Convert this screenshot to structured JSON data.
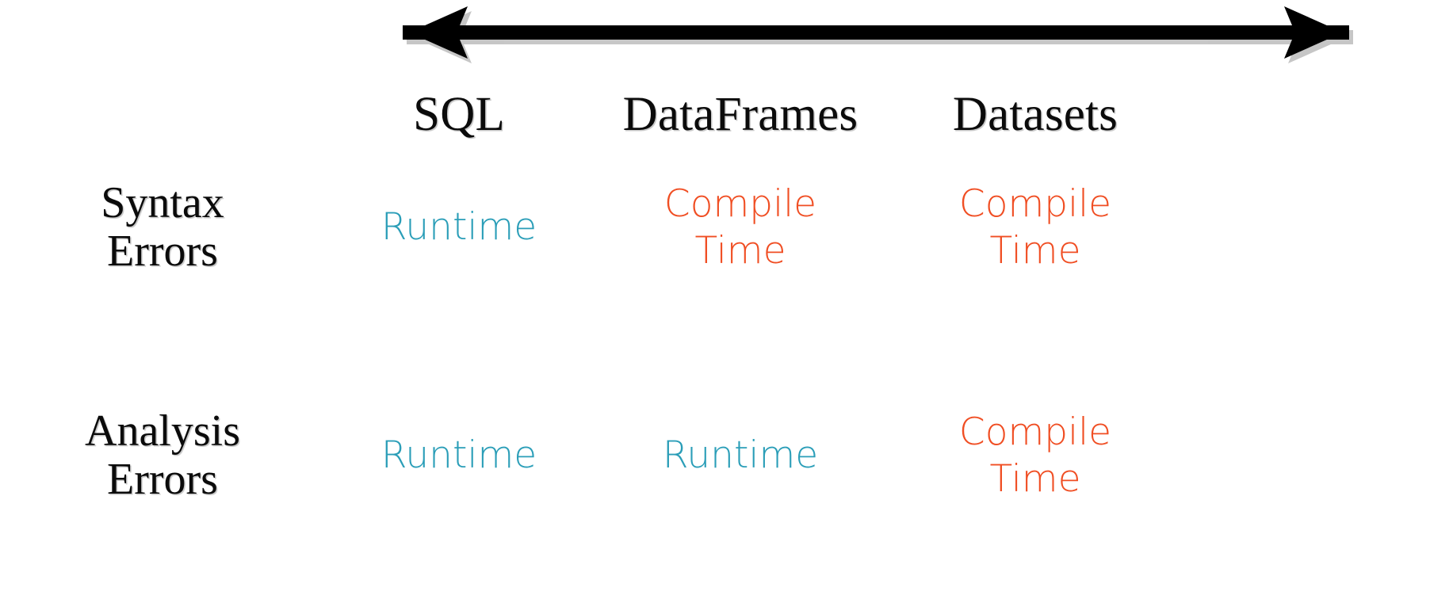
{
  "arrow": {
    "icon": "double-headed-horizontal-arrow",
    "color": "#000000",
    "direction": "both",
    "meaning": "spectrum-from-sql-to-datasets"
  },
  "columns": [
    {
      "id": "sql",
      "label": "SQL"
    },
    {
      "id": "dataframes",
      "label": "DataFrames"
    },
    {
      "id": "datasets",
      "label": "Datasets"
    }
  ],
  "rows": [
    {
      "id": "syntax-errors",
      "label_line1": "Syntax",
      "label_line2": "Errors",
      "cells": [
        {
          "kind": "runtime",
          "line1": "Runtime",
          "line2": ""
        },
        {
          "kind": "compile",
          "line1": "Compile",
          "line2": "Time"
        },
        {
          "kind": "compile",
          "line1": "Compile",
          "line2": "Time"
        }
      ]
    },
    {
      "id": "analysis-errors",
      "label_line1": "Analysis",
      "label_line2": "Errors",
      "cells": [
        {
          "kind": "runtime",
          "line1": "Runtime",
          "line2": ""
        },
        {
          "kind": "runtime",
          "line1": "Runtime",
          "line2": ""
        },
        {
          "kind": "compile",
          "line1": "Compile",
          "line2": "Time"
        }
      ]
    }
  ],
  "colors": {
    "runtime": "#2B9EB8",
    "compile": "#F04E23",
    "text": "#0B0B0B",
    "background": "#FFFFFF"
  },
  "chart_data": {
    "type": "table",
    "title": "",
    "categories": [
      "SQL",
      "DataFrames",
      "Datasets"
    ],
    "row_labels": [
      "Syntax Errors",
      "Analysis Errors"
    ],
    "values": [
      [
        "Runtime",
        "Compile Time",
        "Compile Time"
      ],
      [
        "Runtime",
        "Runtime",
        "Compile Time"
      ]
    ],
    "legend": [
      "Runtime",
      "Compile Time"
    ],
    "annotations": [
      "double-headed arrow spanning SQL to Datasets"
    ]
  }
}
